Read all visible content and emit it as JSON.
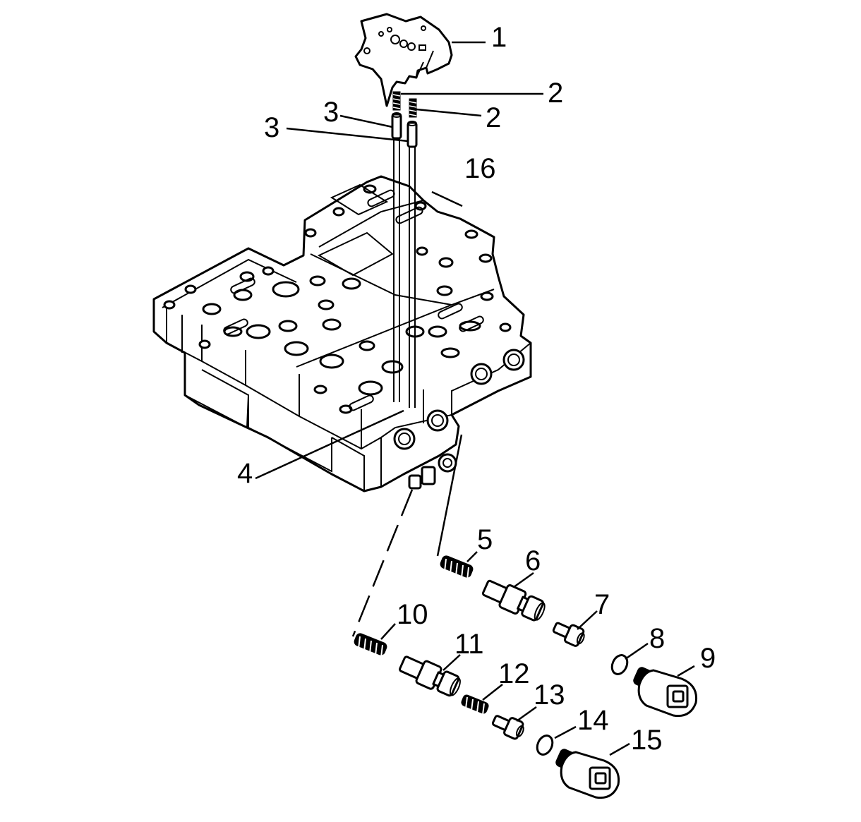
{
  "callouts": [
    {
      "id": "c1",
      "text": "1"
    },
    {
      "id": "c2a",
      "text": "2"
    },
    {
      "id": "c2b",
      "text": "2"
    },
    {
      "id": "c3a",
      "text": "3"
    },
    {
      "id": "c3b",
      "text": "3"
    },
    {
      "id": "c4",
      "text": "4"
    },
    {
      "id": "c5",
      "text": "5"
    },
    {
      "id": "c6",
      "text": "6"
    },
    {
      "id": "c7",
      "text": "7"
    },
    {
      "id": "c8",
      "text": "8"
    },
    {
      "id": "c9",
      "text": "9"
    },
    {
      "id": "c10",
      "text": "10"
    },
    {
      "id": "c11",
      "text": "11"
    },
    {
      "id": "c12",
      "text": "12"
    },
    {
      "id": "c13",
      "text": "13"
    },
    {
      "id": "c14",
      "text": "14"
    },
    {
      "id": "c15",
      "text": "15"
    },
    {
      "id": "c16",
      "text": "16"
    }
  ],
  "colors": {
    "ink": "#000000",
    "paper": "#ffffff"
  }
}
